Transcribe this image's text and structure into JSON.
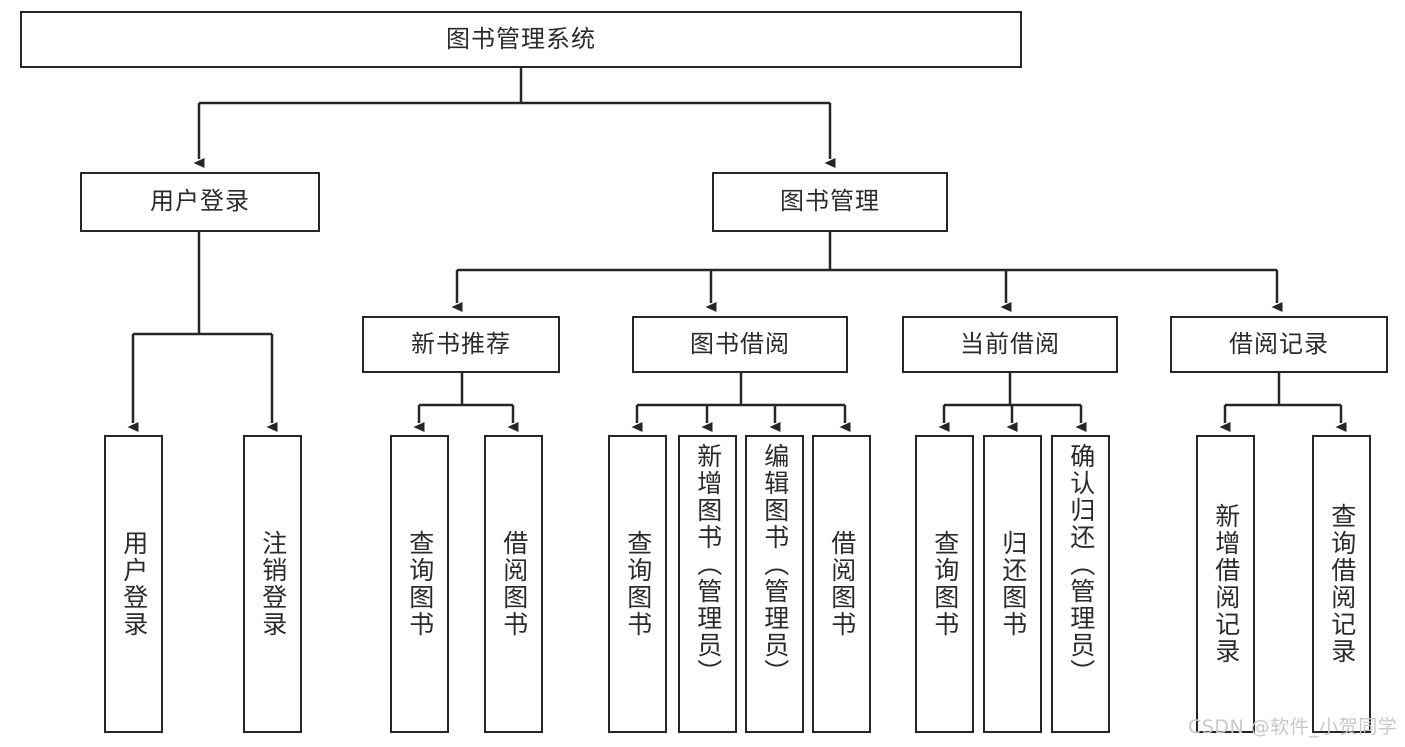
{
  "diagram": {
    "title_node": {
      "label": "图书管理系统"
    },
    "level2": [
      {
        "id": "user-login",
        "label": "用户登录"
      },
      {
        "id": "book-manage",
        "label": "图书管理"
      }
    ],
    "level3": [
      {
        "id": "new-book-recommend",
        "label": "新书推荐"
      },
      {
        "id": "book-borrow",
        "label": "图书借阅"
      },
      {
        "id": "current-borrow",
        "label": "当前借阅"
      },
      {
        "id": "borrow-record",
        "label": "借阅记录"
      }
    ],
    "leaves": {
      "user_login": [
        {
          "id": "leaf-user-login",
          "label": "用户登录"
        },
        {
          "id": "leaf-logout-login",
          "label": "注销登录"
        }
      ],
      "new_book_recommend": [
        {
          "id": "leaf-query-book-1",
          "label": "查询图书"
        },
        {
          "id": "leaf-borrow-book-1",
          "label": "借阅图书"
        }
      ],
      "book_borrow": [
        {
          "id": "leaf-query-book-2",
          "label": "查询图书"
        },
        {
          "id": "leaf-add-book",
          "label": "新增图书（管理员）"
        },
        {
          "id": "leaf-edit-book",
          "label": "编辑图书（管理员）"
        },
        {
          "id": "leaf-borrow-book-2",
          "label": "借阅图书"
        }
      ],
      "current_borrow": [
        {
          "id": "leaf-query-book-3",
          "label": "查询图书"
        },
        {
          "id": "leaf-return-book",
          "label": "归还图书"
        },
        {
          "id": "leaf-confirm-return",
          "label": "确认归还（管理员）"
        }
      ],
      "borrow_record": [
        {
          "id": "leaf-add-borrow-record",
          "label": "新增借阅记录"
        },
        {
          "id": "leaf-query-borrow-record",
          "label": "查询借阅记录"
        }
      ]
    }
  },
  "watermark": {
    "text": "CSDN @软件_小贺同学"
  },
  "colors": {
    "stroke": "#262626",
    "text": "#2b2b2b",
    "background": "#ffffff",
    "watermark": "#c9c9c9"
  }
}
